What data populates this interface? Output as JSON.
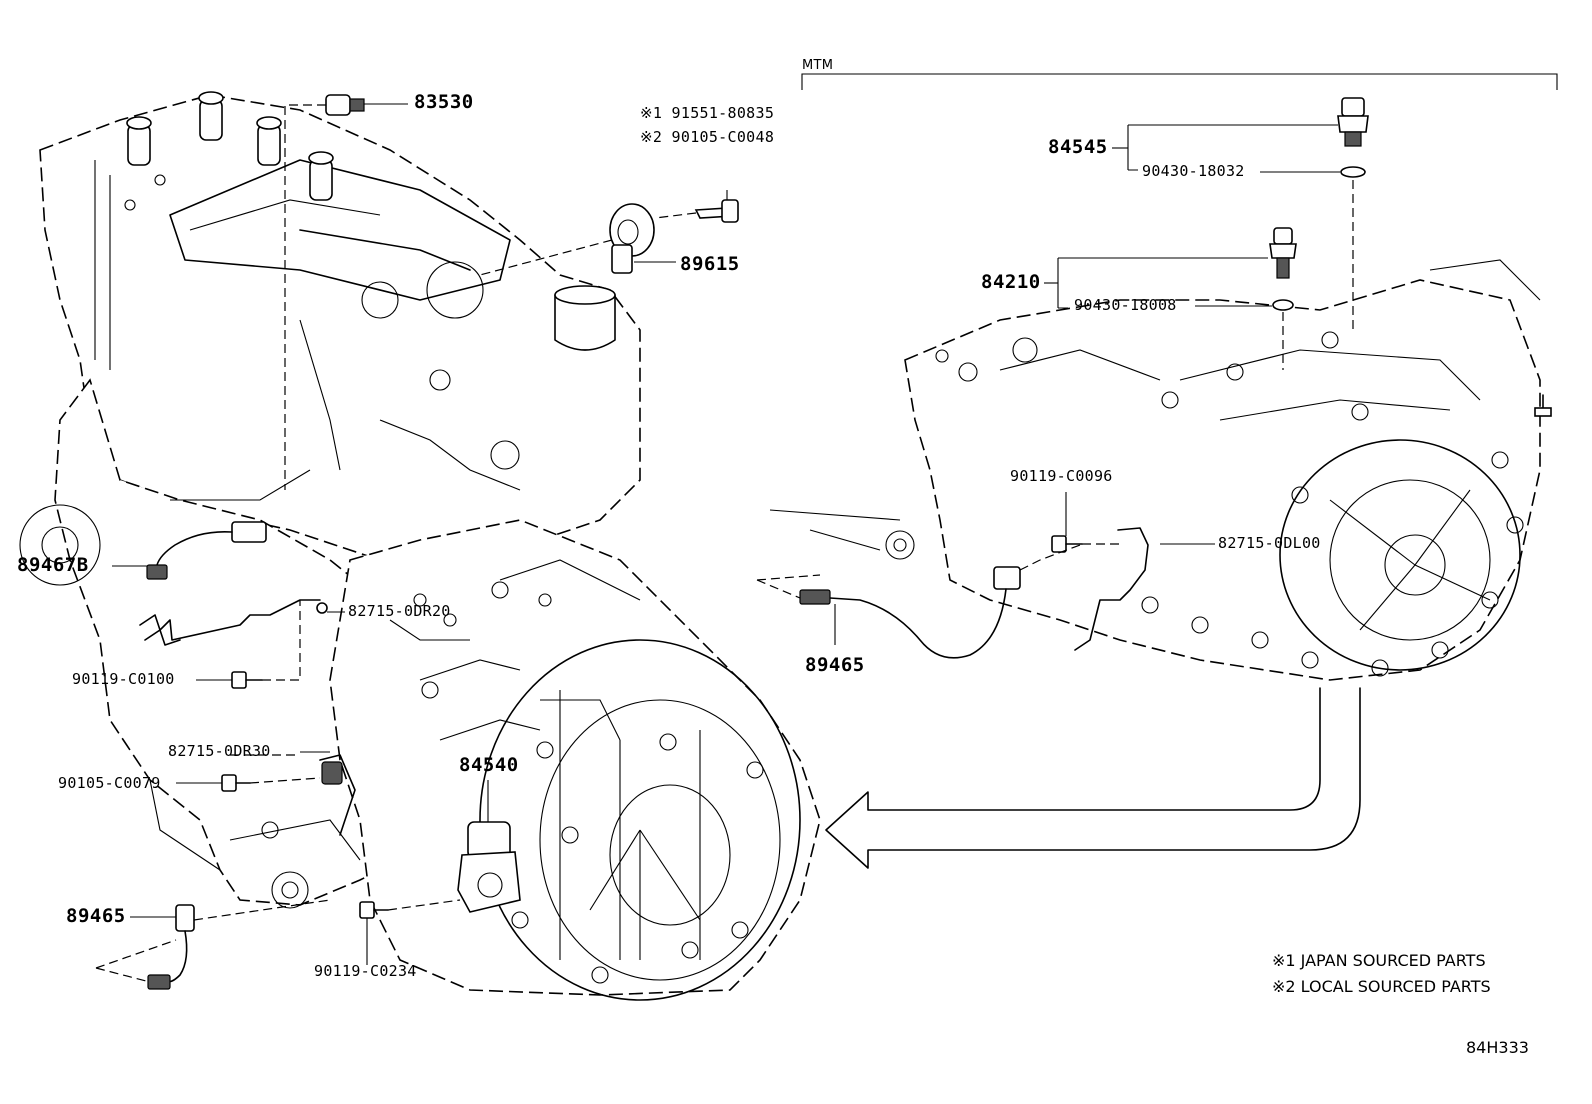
{
  "diagram": {
    "code": "84H333",
    "mtm_label": "MTM",
    "notes": {
      "note1": "※1 JAPAN SOURCED PARTS",
      "note2": "※2 LOCAL SOURCED PARTS"
    },
    "parts": {
      "p83530": "83530",
      "p91551": "※1 91551-80835",
      "p90105c0048": "※2 90105-C0048",
      "p89615": "89615",
      "p89467b": "89467B",
      "p82715_0dr20": "82715-0DR20",
      "p90119_c0100": "90119-C0100",
      "p82715_0dr30": "82715-0DR30",
      "p90105_c0079": "90105-C0079",
      "p84540": "84540",
      "p89465_left": "89465",
      "p90119_c0234": "90119-C0234",
      "p84545": "84545",
      "p90430_18032": "90430-18032",
      "p84210": "84210",
      "p90430_18008": "90430-18008",
      "p90119_c0096": "90119-C0096",
      "p82715_0dl00": "82715-0DL00",
      "p89465_right": "89465"
    }
  }
}
